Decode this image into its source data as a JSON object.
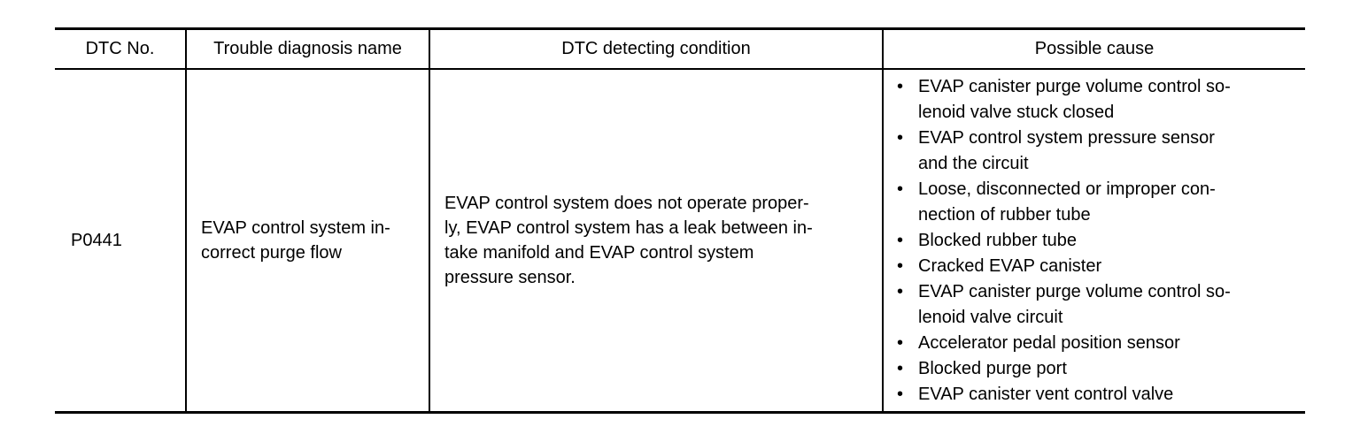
{
  "headers": [
    "DTC No.",
    "Trouble diagnosis name",
    "DTC detecting condition",
    "Possible cause"
  ],
  "row": {
    "dtc": "P0441",
    "name": [
      "EVAP control system in-",
      "correct purge flow"
    ],
    "condition": [
      "EVAP control system does not operate proper-",
      "ly, EVAP control system has a leak between in-",
      "take manifold and EVAP control system",
      "pressure sensor."
    ],
    "causes": [
      [
        "EVAP canister purge volume control so-",
        "lenoid valve stuck closed"
      ],
      [
        "EVAP control system pressure sensor",
        "and the circuit"
      ],
      [
        "Loose, disconnected or improper con-",
        "nection of rubber tube"
      ],
      [
        "Blocked rubber tube"
      ],
      [
        "Cracked EVAP canister"
      ],
      [
        "EVAP canister purge volume control so-",
        "lenoid valve circuit"
      ],
      [
        "Accelerator pedal position sensor"
      ],
      [
        "Blocked purge port"
      ],
      [
        "EVAP canister vent control valve"
      ]
    ],
    "bullet": "•"
  }
}
